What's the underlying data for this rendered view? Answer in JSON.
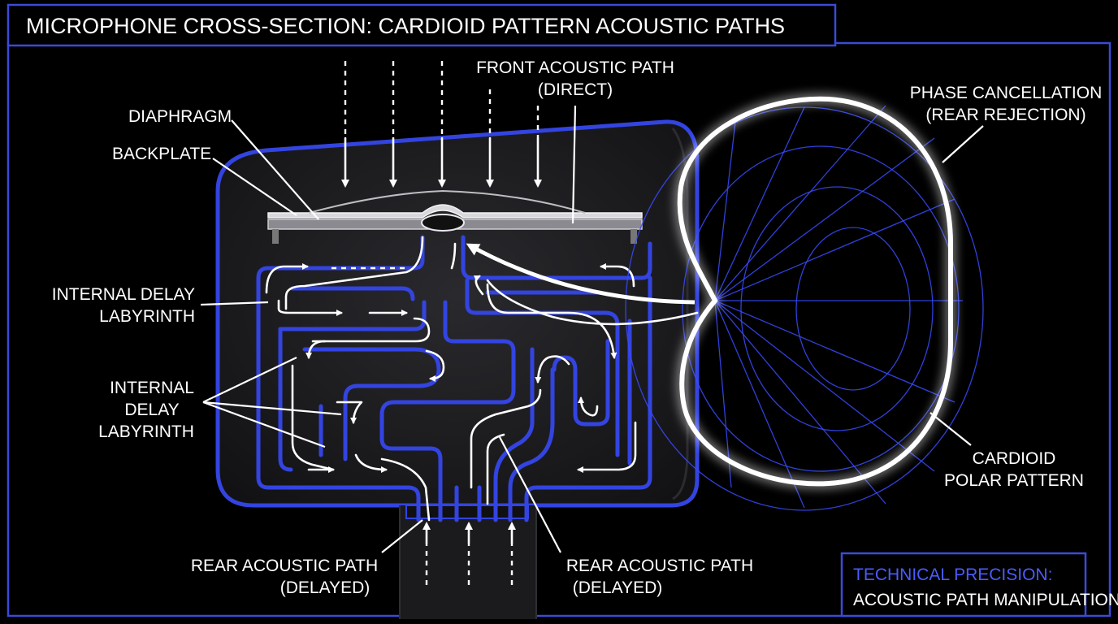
{
  "title": "MICROPHONE CROSS-SECTION: CARDIOID PATTERN ACOUSTIC PATHS",
  "labels": {
    "diaphragm": "DIAPHRAGM",
    "backplate": "BACKPLATE",
    "front_path_1": "FRONT ACOUSTIC PATH",
    "front_path_2": "(DIRECT)",
    "phase_1": "PHASE CANCELLATION",
    "phase_2": "(REAR REJECTION)",
    "labyrinth_a_1": "INTERNAL DELAY",
    "labyrinth_a_2": "LABYRINTH",
    "labyrinth_b_1": "INTERNAL",
    "labyrinth_b_2": "DELAY",
    "labyrinth_b_3": "LABYRINTH",
    "cardioid_1": "CARDIOID",
    "cardioid_2": "POLAR PATTERN",
    "rear_left_1": "REAR ACOUSTIC PATH",
    "rear_left_2": "(DELAYED)",
    "rear_right_1": "REAR ACOUSTIC PATH",
    "rear_right_2": "(DELAYED)"
  },
  "callout": {
    "heading": "TECHNICAL PRECISION:",
    "body": "ACOUSTIC PATH MANIPULATION"
  },
  "colors": {
    "accent_blue": "#3344e0",
    "frame_blue": "#3a4bd8",
    "highlight_blue": "#4a5cff",
    "background": "#000000"
  }
}
